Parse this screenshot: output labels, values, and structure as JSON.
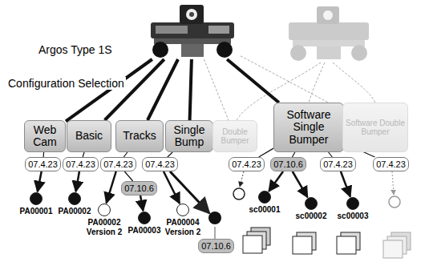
{
  "diagram": {
    "nodes": [
      {
        "text": [
          "Argos Type 1S"
        ]
      },
      {
        "text": [
          "Web Cam"
        ]
      },
      {
        "text": [
          "Basic"
        ]
      },
      {
        "text": [
          "Tracks"
        ]
      },
      {
        "text": [
          "Single Bump"
        ]
      },
      {
        "text": [
          "Double Bumper"
        ]
      },
      {
        "text": [
          "Software Single Bumper"
        ]
      },
      {
        "text": [
          "Software Double Bumper"
        ]
      },
      {
        "text": [
          "07.4.23"
        ]
      },
      {
        "text": [
          "07.4.23"
        ]
      },
      {
        "text": [
          "07.4.23"
        ]
      },
      {
        "text": [
          "07.4.23"
        ]
      },
      {
        "text": [
          "07.4.23"
        ]
      },
      {
        "text": [
          "07.10.6"
        ]
      },
      {
        "text": [
          "07.4.23"
        ]
      },
      {
        "text": [
          "07.4.23"
        ]
      },
      {
        "text": [
          "07.10.6"
        ]
      },
      {
        "text": [
          "07.10.6"
        ]
      },
      {
        "text": [
          "PA00001"
        ]
      },
      {
        "text": [
          "PA00002"
        ]
      },
      {
        "text": [
          "PA00002 Version 2"
        ]
      },
      {
        "text": [
          "PA00003"
        ]
      },
      {
        "text": [
          "PA00004 Version 2"
        ]
      },
      {
        "text": [
          "sc00001"
        ]
      },
      {
        "text": [
          "sc00002"
        ]
      },
      {
        "text": [
          "sc00003"
        ]
      }
    ],
    "edges": [
      {
        "from": 0,
        "to": 1,
        "arrow": "none"
      },
      {
        "from": 0,
        "to": 2,
        "arrow": "none"
      },
      {
        "from": 0,
        "to": 3,
        "arrow": "none"
      },
      {
        "from": 0,
        "to": 4,
        "arrow": "none"
      },
      {
        "from": 0,
        "to": 5,
        "arrow": "none"
      },
      {
        "from": 0,
        "to": 6,
        "arrow": "none"
      },
      {
        "from": 0,
        "to": 7,
        "arrow": "none"
      },
      {
        "from": 1,
        "to": 8,
        "arrow": "none"
      },
      {
        "from": 2,
        "to": 9,
        "arrow": "none"
      },
      {
        "from": 3,
        "to": 10,
        "arrow": "none"
      },
      {
        "from": 4,
        "to": 11,
        "arrow": "none"
      },
      {
        "from": 6,
        "to": 12,
        "arrow": "none"
      },
      {
        "from": 6,
        "to": 13,
        "arrow": "none"
      },
      {
        "from": 6,
        "to": 14,
        "arrow": "none"
      },
      {
        "from": 6,
        "to": 15,
        "arrow": "none"
      },
      {
        "from": 10,
        "to": 16,
        "arrow": "none"
      },
      {
        "from": 8,
        "to": 18,
        "arrow": "to"
      },
      {
        "from": 9,
        "to": 19,
        "arrow": "to"
      },
      {
        "from": 10,
        "to": 20,
        "arrow": "to"
      },
      {
        "from": 16,
        "to": 21,
        "arrow": "to"
      },
      {
        "from": 11,
        "to": 22,
        "arrow": "to"
      },
      {
        "from": 13,
        "to": 23,
        "arrow": "to"
      },
      {
        "from": 13,
        "to": 24,
        "arrow": "to"
      },
      {
        "from": 14,
        "to": 25,
        "arrow": "to"
      }
    ],
    "labels": [
      "Configuration Selection"
    ]
  }
}
